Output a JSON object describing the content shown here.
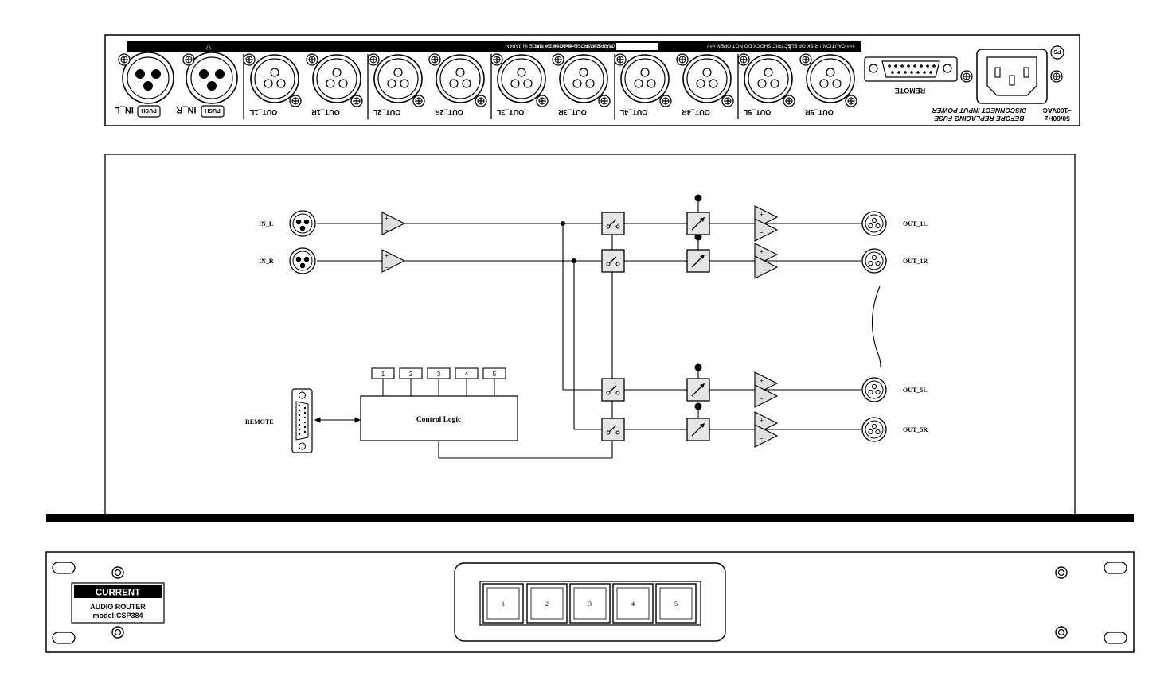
{
  "rear_panel": {
    "banner_right": "### CAUTION ! RISK OF ELECTRIC SHOCK DO NOT OPEN ###",
    "banner_left": "100VAC 50/60Hz, MAX=20W FUSE=5x20mm 1A MADE IN JAPAN",
    "banner_model": "CURRENT,INC. model:CSP384 SN",
    "connectors": [
      "IN_L",
      "IN_R",
      "OUT_1L",
      "OUT_1R",
      "OUT_2L",
      "OUT_2R",
      "OUT_3L",
      "OUT_3R",
      "OUT_4L",
      "OUT_4R",
      "OUT_5L",
      "OUT_5R"
    ],
    "push_label": "PUSH",
    "remote_label": "REMOTE",
    "fuse_line1": "DISCONNECT INPUT POWER",
    "fuse_line2": "BEFORE REPLACING FUSE",
    "power_line1": "~100VAC",
    "power_line2": "50/60Hz"
  },
  "diagram": {
    "inputs": [
      "IN_L",
      "IN_R"
    ],
    "outputs": [
      "OUT_1L",
      "OUT_1R",
      "OUT_5L",
      "OUT_5R"
    ],
    "remote_label": "REMOTE",
    "control_logic_label": "Control Logic",
    "keys": [
      "1",
      "2",
      "3",
      "4",
      "5"
    ]
  },
  "front_panel": {
    "brand": "CURRENT",
    "product_line1": "AUDIO ROUTER",
    "product_line2": "model:CSP384",
    "buttons": [
      "1",
      "2",
      "3",
      "4",
      "5"
    ]
  }
}
